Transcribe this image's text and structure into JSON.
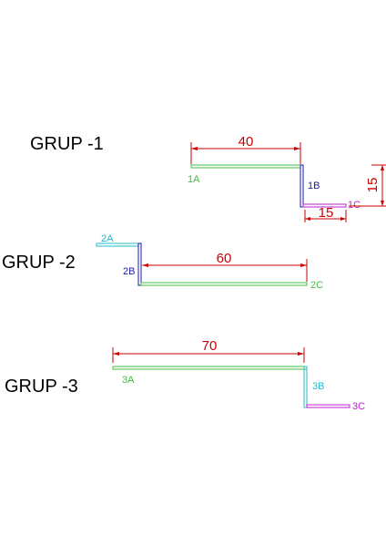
{
  "colors": {
    "title": "#000000",
    "dimension": "#cc0000",
    "green": "#44bb44",
    "blue": "#1a1aaa",
    "magenta": "#bb22cc",
    "cyan": "#22bbcc"
  },
  "groups": [
    {
      "title": "GRUP -1",
      "dimensions": [
        "40",
        "15",
        "15"
      ],
      "parts": [
        "1A",
        "1B",
        "1C"
      ]
    },
    {
      "title": "GRUP -2",
      "dimensions": [
        "60"
      ],
      "parts": [
        "2A",
        "2B",
        "2C"
      ]
    },
    {
      "title": "GRUP -3",
      "dimensions": [
        "70"
      ],
      "parts": [
        "3A",
        "3B",
        "3C"
      ]
    }
  ]
}
